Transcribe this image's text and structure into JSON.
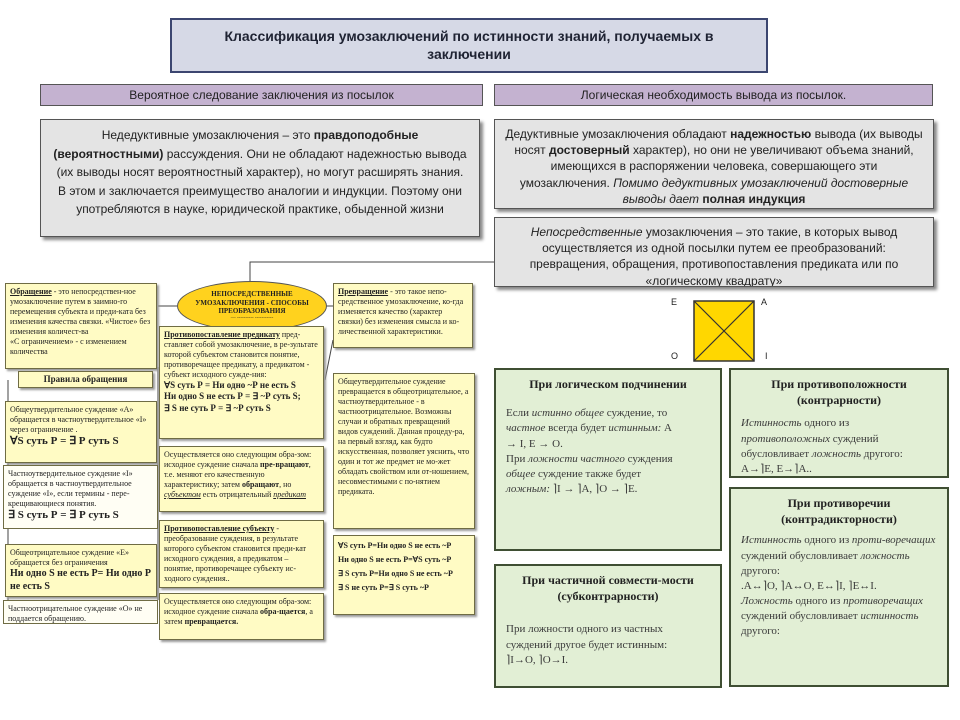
{
  "title": "Классификация умозаключений по истинности знаний, получаемых в заключении",
  "bands": {
    "left": "Вероятное следование заключения из посылок",
    "right": "Логическая  необходимость вывода из посылок."
  },
  "nondeductive": {
    "p1": "Недедуктивные умозаключения – это ",
    "p1_bold": "правдоподобные",
    "p2_bold": "(вероятностными)",
    "p2": " рассуждения. Они не обладают надежностью вывода (их выводы носят вероятностный характер), но могут расширять знания. В этом и заключается преимущество аналогии и индукции. Поэтому они употребляются в науке, юридической практике, обыденной жизни"
  },
  "deductive": {
    "p1": "Дедуктивные умозаключения обладают ",
    "p1_bold": "надежностью",
    "p2": " вывода (их выводы носят ",
    "p2_bold": "достоверный",
    "p3": " характер), но они не увеличивают объема знаний, имеющихся в распоряжении человека, совершающего эти умозаключения. ",
    "p3_italic": "Помимо дедуктивных умозаключений достоверные выводы дает ",
    "p3_bold": "полная индукция"
  },
  "immediate": {
    "italic": "Непосредственные",
    "text": " умозаключения – это такие, в которых вывод осуществляется из одной посылки путем ее преобразований: превращения, обращения, противопоставления предиката или по «логическому квадрату»"
  },
  "ellipse": {
    "line1": "НЕПОСРЕДСТВЕННЫЕ УМОЗАКЛЮЧЕНИЯ - СПОСОБЫ ПРЕОБРАЗОВАНИЯ",
    "line2": "— ---------- -----------"
  },
  "square": {
    "a": "E",
    "b": "A",
    "c": "O",
    "d": "I"
  },
  "conversion": {
    "bold": "Обращение",
    "text": " - это непосредствен-ное умозаключение путем в заимно-го перемещения субъекта и преди-ката без изменения качества связки. «Чистое» без изменения количест-ва",
    "text2": "«С ограничением» - с изменением количества"
  },
  "conversion_rules": "Правила обращения",
  "rule1": {
    "text": "Общеутвердительное суждение «А» обращается в частноутвердительное «I» через ограничение .",
    "formula": "∀S суть Р = ∃  Р суть S"
  },
  "rule2": {
    "text": "Частноутвердительное суждение «I» обращается в частноутвердительное суждение «I», если термины - пере-крещивающиеся понятия.",
    "formula": "∃  S суть Р = ∃  Р суть S"
  },
  "rule3": {
    "text": "Общеотрицательное суждение «Е» обращается без ограничения",
    "formula": "Ни одно S не есть Р= Ни одно Р не есть S"
  },
  "rule4": {
    "text": "Частноотрицательное суждение «О» не поддается обращению."
  },
  "predicate": {
    "bold": "Противопоставление предикату",
    "text": " пред-ставляет собой умозаключение, в ре-зультате которой субъектом становится понятие, противоречащее предикату, а предикатом - субъект исходного сужде-ния: ",
    "f1": "∀S суть Р = Ни одно ~Р не есть S",
    "f2": "Ни одно S не есть Р = ∃  ~Р суть S;",
    "f3": "∃  S не суть Р = ∃  ~Р суть S"
  },
  "predicate_steps": {
    "text": "Осуществляется оно следующим обра-зом: исходное суждение сначала ",
    "bold1": "пре-вращают",
    "text2": ", т.е. меняют его качественную характеристику; затем ",
    "bold2": "обращают",
    "text3": ", но ",
    "italic": "субъектом",
    "text4": " есть отрицательный ",
    "italic2": "предикат"
  },
  "subject": {
    "bold": "Противопоставление субъекту",
    "text": " - преобразование суждения, в результате которого субъектом становится преди-кат исходного суждения, а предикатом – понятие, противоречащее субъекту ис-ходного суждения.."
  },
  "subject_steps": {
    "text": "Осуществляется оно следующим обра-зом: исходное суждение сначала ",
    "bold1": "обра-щается",
    "text2": ", а затем ",
    "bold2": "превращается."
  },
  "obversion": {
    "bold": "Превращение",
    "text": " - это такое непо-средственное умозаключение, ко-гда изменяется качество (характер связки) без изменения смысла и ко-личественной характеристики."
  },
  "obversion_detail": "Общеутвердительное суждение превращается в общеотрицательное, а частноутвердительное - в частноотрицательное. Возможны случаи и обратных превращений видов суждений. Данная процеду-ра, на первый взгляд, как будто искусственная, позволяет уяснить, что один и тот же предмет не мо-жет обладать свойством или от-ношением, несовместимыми с по-нятием предиката.",
  "obversion_formulas": {
    "f1": "∀S суть Р=Ни одно S не есть ~Р",
    "f2": "Ни одно S не есть Р=∀S суть ~Р",
    "f3": "∃ S суть Р=Ни одно S не есть ~Р",
    "f4": "∃ S не суть Р=∃ S суть ~Р"
  },
  "logical": {
    "header": "При логическом подчинении",
    "l1a": "Если ",
    "l1i": "истинно общее",
    "l1b": " суждение, то",
    "l2i1": "частное",
    "l2a": " всегда будет ",
    "l2i2": "истинным:",
    "l2b": " А",
    "l3": "→ I, Е → О.",
    "l4a": "При ",
    "l4i": "ложности частного",
    "l4b": " суждения",
    "l5i": "общее",
    "l5a": " суждение также будет",
    "l6i": "ложным:",
    "l6a": " ⌉I → ⌉А, ⌉О → ⌉Е."
  },
  "subcontrary": {
    "header": "При частичной совмести-мости (субконтрарности)",
    "text": "При ложности одного из частных суждений другое будет истинным:",
    "formula": "⌉I→О, ⌉О→I."
  },
  "contrary": {
    "header": "При противоположности (контрарности)",
    "i1": "Истинность",
    "t1": " одного из ",
    "i2": "противоположных",
    "t2": " суждений обусловливает ",
    "i3": "ложность",
    "t3": " другого:",
    "formula": "А→⌉Е, Е→⌉А.."
  },
  "contradictory": {
    "header": "При противоречии (контрадикторности)",
    "i1": "Истинность",
    "t1": " одного из ",
    "i2": "проти-воречащих",
    "t2": " суждений обусловливает ",
    "i3": "ложность",
    "t3": " другого:",
    "formula": ".А↔⌉О, ⌉А↔О, Е↔⌉I, ⌉Е↔I.",
    "i4": "Ложность",
    "t4": " одного из ",
    "i5": "противоречащих",
    "t5": " суждений обусловливает ",
    "i6": "истинность",
    "t6": " другого:"
  }
}
